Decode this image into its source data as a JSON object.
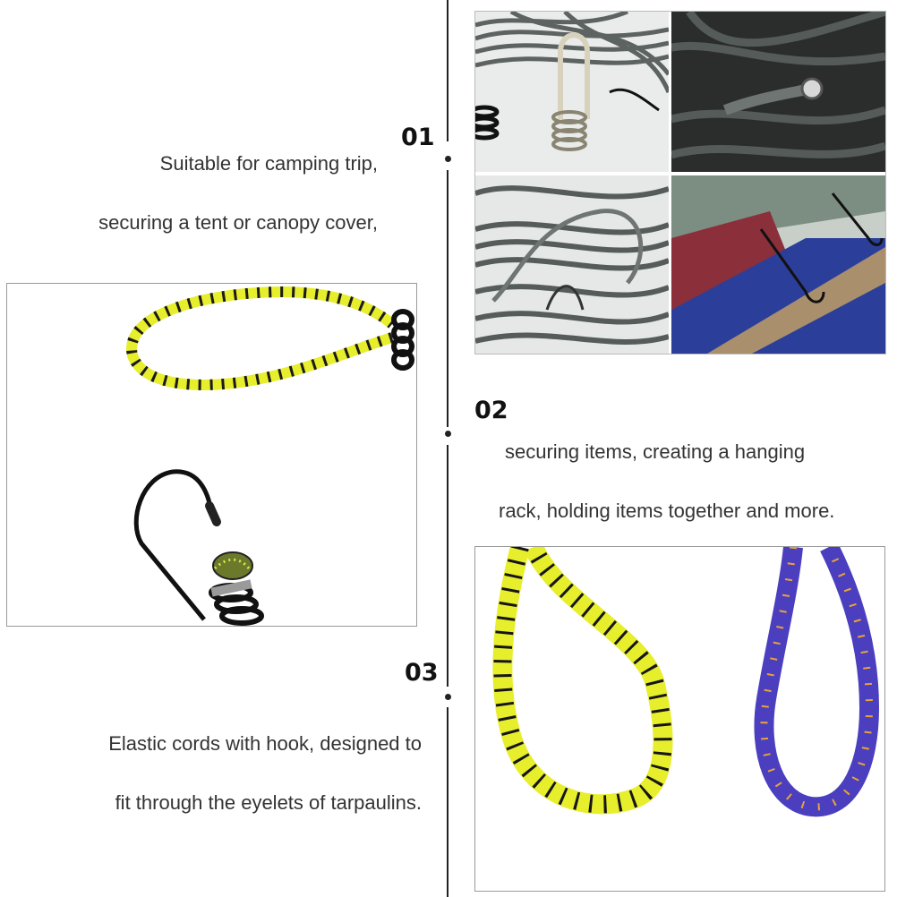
{
  "sections": [
    {
      "number": "01",
      "lines": [
        "Suitable for camping trip,",
        "securing a tent or canopy cover,"
      ]
    },
    {
      "number": "02",
      "lines": [
        "securing items, creating a hanging",
        "rack, holding items together and more."
      ]
    },
    {
      "number": "03",
      "lines": [
        "Elastic cords with hook, designed to",
        "fit through the eyelets of tarpaulins."
      ]
    }
  ],
  "colors": {
    "yellow_cord": "#e7ee2c",
    "blue_cord": "#4b3fbf",
    "gray_cord": "#5f6663",
    "hook": "#111111",
    "divider": "#222222"
  }
}
